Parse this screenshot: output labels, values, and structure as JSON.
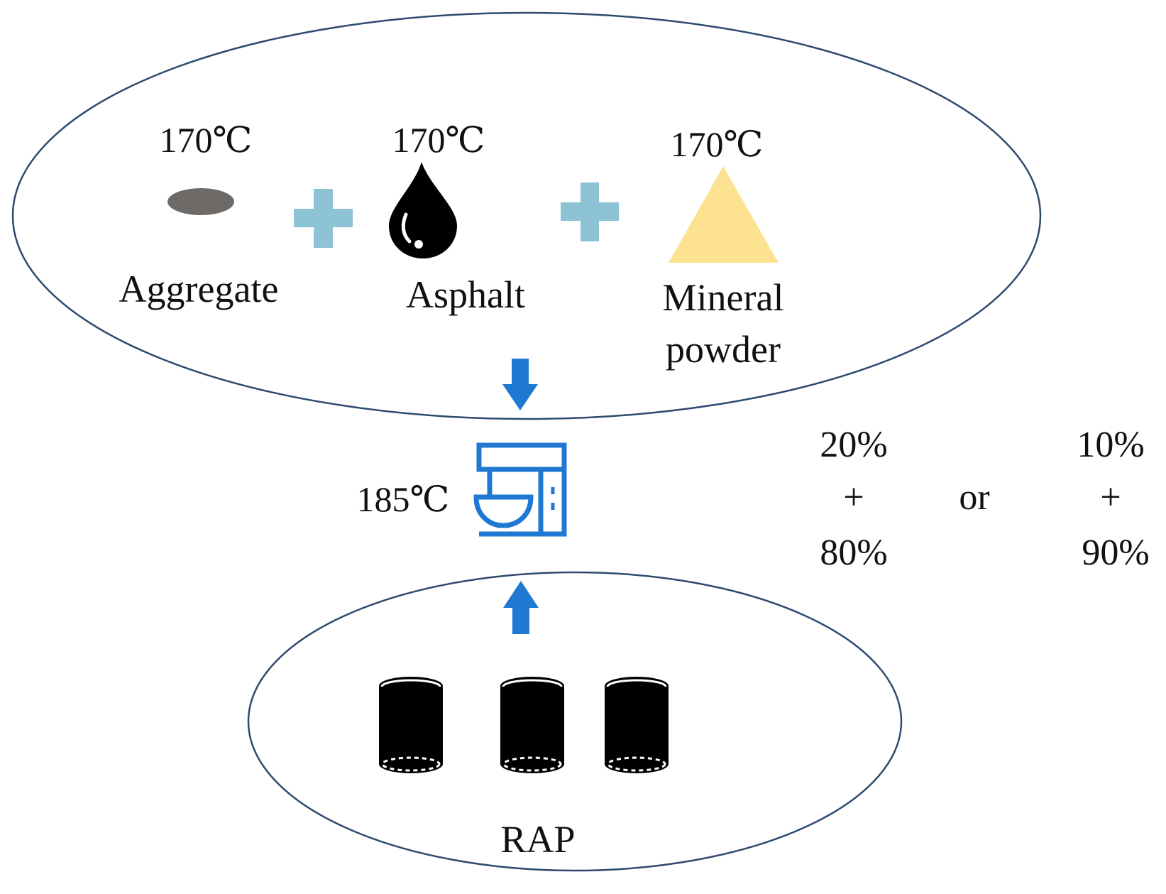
{
  "inputs": {
    "aggregate": {
      "temperature": "170℃",
      "label": "Aggregate"
    },
    "asphalt": {
      "temperature": "170℃",
      "label": "Asphalt"
    },
    "mineral_powder": {
      "temperature": "170℃",
      "label_line1": "Mineral",
      "label_line2": "powder"
    }
  },
  "mixer": {
    "temperature": "185℃",
    "icon": "mixer-icon"
  },
  "rap": {
    "label": "RAP",
    "icon": "cylinder-icon",
    "count": 3
  },
  "ratios": {
    "option_a": {
      "top": "20%",
      "plus": "+",
      "bottom": "80%"
    },
    "separator": "or",
    "option_b": {
      "top": "10%",
      "plus": "+",
      "bottom": "90%"
    }
  },
  "colors": {
    "ellipse_stroke": "#2e4a6e",
    "plus": "#8ec3d6",
    "arrow": "#1f78d1",
    "mixer": "#1f78d1",
    "aggregate": "#6e6a68",
    "asphalt": "#000000",
    "mineral": "#fde391",
    "rap": "#000000"
  }
}
